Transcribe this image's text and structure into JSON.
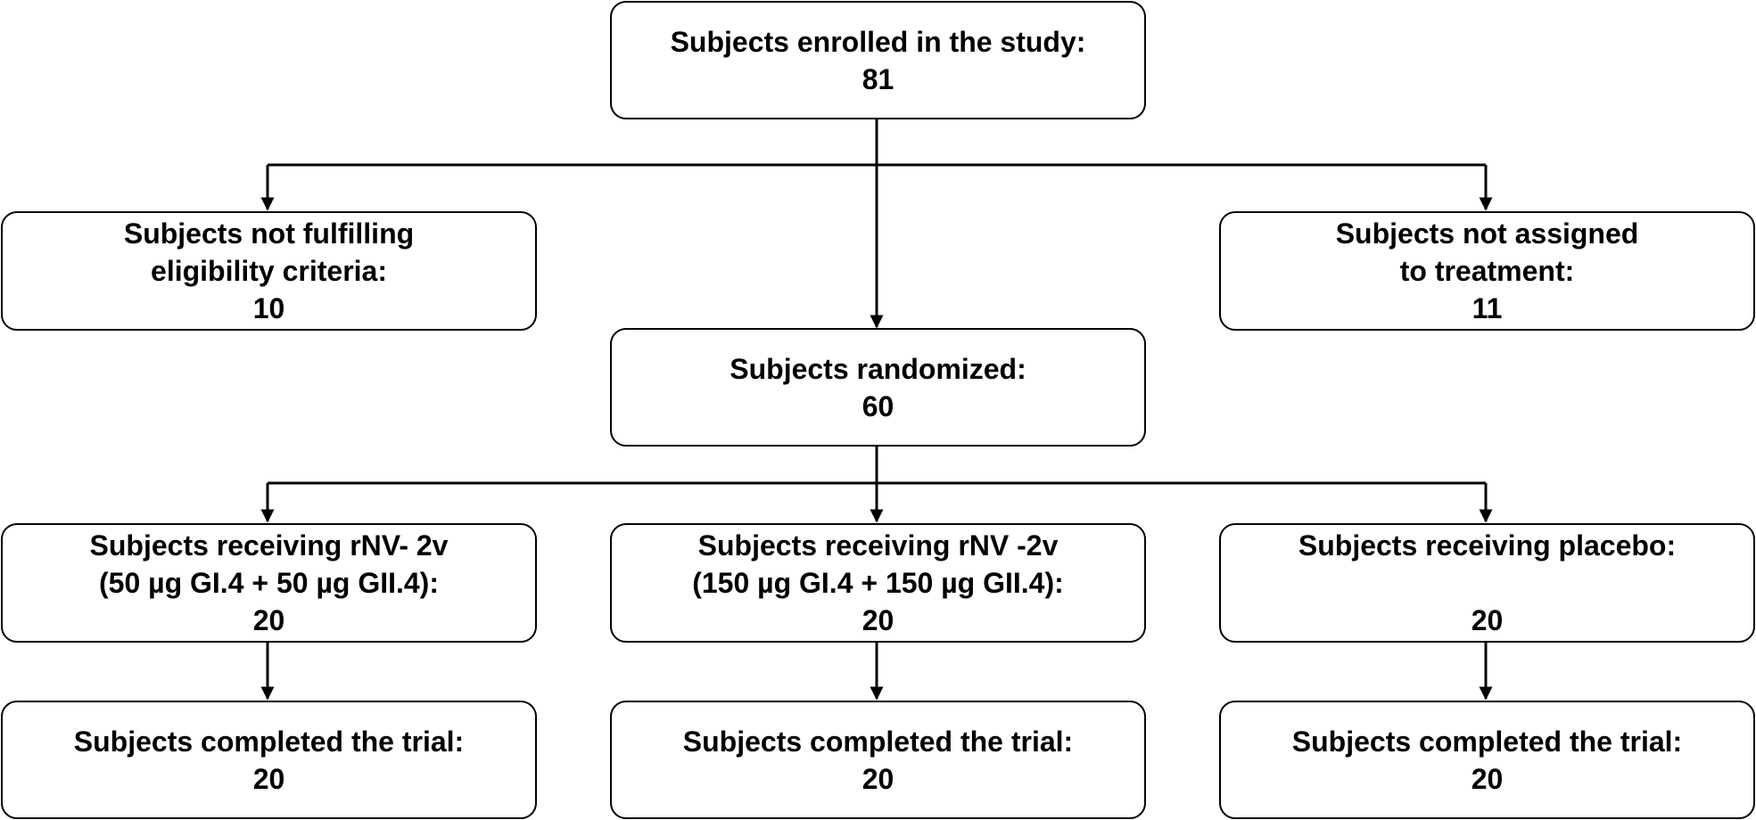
{
  "flow": {
    "enrolled": {
      "lines": [
        "Subjects enrolled in the study:"
      ],
      "count": "81"
    },
    "not_eligible": {
      "lines": [
        "Subjects not fulfilling",
        "eligibility criteria:"
      ],
      "count": "10"
    },
    "not_assigned": {
      "lines": [
        "Subjects not assigned",
        "to treatment:"
      ],
      "count": "11"
    },
    "randomized": {
      "lines": [
        "Subjects randomized:"
      ],
      "count": "60"
    },
    "arm_low": {
      "lines": [
        "Subjects receiving rNV- 2v",
        "(50 µg GI.4 + 50 µg GII.4):"
      ],
      "count": "20"
    },
    "arm_high": {
      "lines": [
        "Subjects receiving rNV -2v",
        "(150 µg GI.4 + 150 µg GII.4):"
      ],
      "count": "20"
    },
    "arm_placebo": {
      "lines": [
        "Subjects receiving placebo:"
      ],
      "count": "20"
    },
    "completed_low": {
      "lines": [
        "Subjects completed the trial:"
      ],
      "count": "20"
    },
    "completed_high": {
      "lines": [
        "Subjects completed the trial:"
      ],
      "count": "20"
    },
    "completed_placebo": {
      "lines": [
        "Subjects completed the trial:"
      ],
      "count": "20"
    }
  },
  "colors": {
    "stroke": "#000000",
    "fill": "#ffffff",
    "text": "#000000"
  }
}
